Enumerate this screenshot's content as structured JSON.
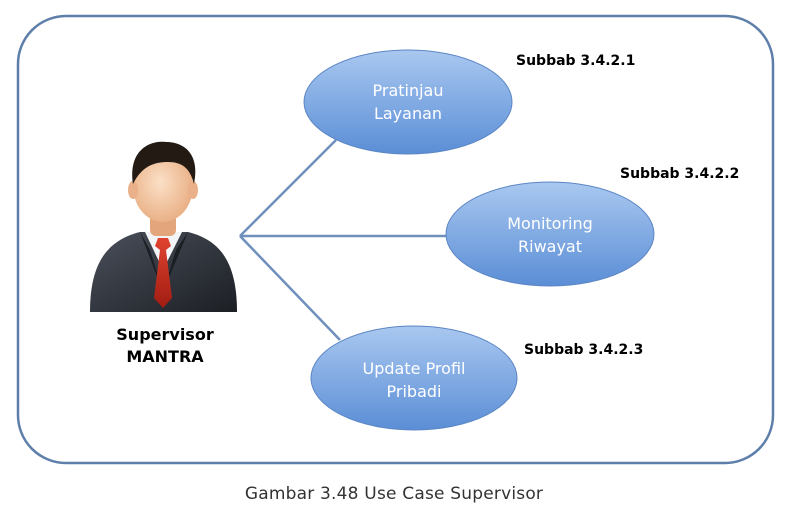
{
  "actor": {
    "name_line1": "Supervisor",
    "name_line2": "MANTRA",
    "icon": "businessman-icon"
  },
  "use_cases": [
    {
      "line1": "Pratinjau",
      "line2": "Layanan",
      "reference": "Subbab 3.4.2.1"
    },
    {
      "line1": "Monitoring",
      "line2": "Riwayat",
      "reference": "Subbab 3.4.2.2"
    },
    {
      "line1": "Update Profil",
      "line2": "Pribadi",
      "reference": "Subbab 3.4.2.3"
    }
  ],
  "caption": "Gambar 3.48 Use Case Supervisor",
  "colors": {
    "ellipse_fill_top": "#a9c8f0",
    "ellipse_fill_bottom": "#5b8ed6",
    "association_line": "#6f8fbd",
    "frame_border": "#5e7faa",
    "suit": "#2b2f36",
    "tie": "#c0281c",
    "skin": "#f3c9a3"
  }
}
